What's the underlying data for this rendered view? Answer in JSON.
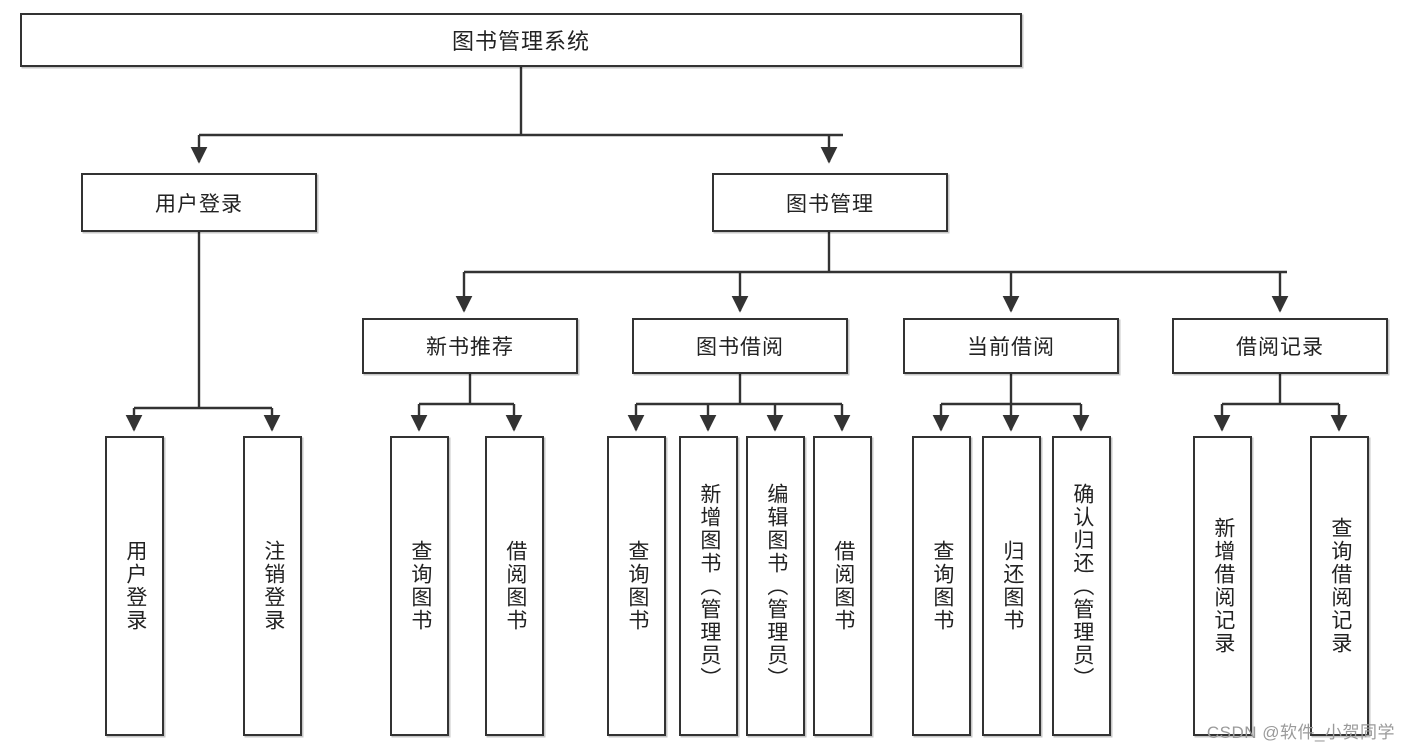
{
  "diagram": {
    "type": "tree",
    "title": "图书管理系统",
    "root": {
      "label": "图书管理系统"
    },
    "level2": [
      {
        "label": "用户登录"
      },
      {
        "label": "图书管理"
      }
    ],
    "level3": [
      {
        "label": "新书推荐"
      },
      {
        "label": "图书借阅"
      },
      {
        "label": "当前借阅"
      },
      {
        "label": "借阅记录"
      }
    ],
    "leaves": {
      "user_login": [
        {
          "label": "用户登录"
        },
        {
          "label": "注销登录"
        }
      ],
      "new_book_recommend": [
        {
          "label": "查询图书"
        },
        {
          "label": "借阅图书"
        }
      ],
      "book_borrow": [
        {
          "label": "查询图书"
        },
        {
          "label": "新增图书（管理员）"
        },
        {
          "label": "编辑图书（管理员）"
        },
        {
          "label": "借阅图书"
        }
      ],
      "current_borrow": [
        {
          "label": "查询图书"
        },
        {
          "label": "归还图书"
        },
        {
          "label": "确认归还（管理员）"
        }
      ],
      "borrow_record": [
        {
          "label": "新增借阅记录"
        },
        {
          "label": "查询借阅记录"
        }
      ]
    },
    "watermark": "CSDN @软件_小贺同学",
    "colors": {
      "box_border": "#333333",
      "box_fill": "#ffffff",
      "connector": "#333333",
      "text": "#222222",
      "watermark": "#9a9a9a"
    }
  }
}
